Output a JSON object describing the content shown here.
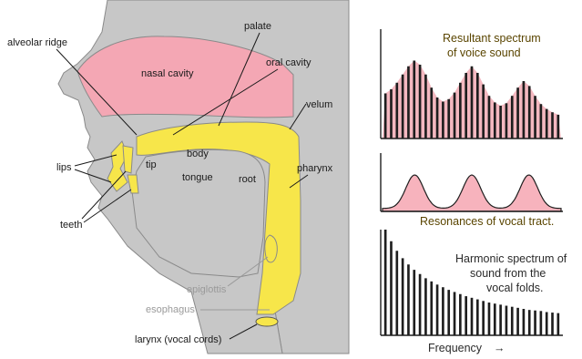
{
  "anatomy": {
    "labels": {
      "alveolar_ridge": "alveolar ridge",
      "palate": "palate",
      "nasal_cavity": "nasal cavity",
      "oral_cavity": "oral cavity",
      "velum": "velum",
      "lips": "lips",
      "tip": "tip",
      "body": "body",
      "tongue": "tongue",
      "root": "root",
      "pharynx": "pharynx",
      "teeth": "teeth",
      "epiglottis": "epiglottis",
      "esophagus": "esophagus",
      "larynx": "larynx (vocal cords)"
    },
    "colors": {
      "head": "#c7c7c7",
      "nasal": "#f4a7b4",
      "tract": "#f7e64a",
      "outline": "#8a8a8a"
    }
  },
  "spectra": {
    "resultant": {
      "title_line1": "Resultant spectrum",
      "title_line2": "of voice sound",
      "bar_color": "#1e1e1e",
      "fill_color": "#f4b8c0",
      "values": [
        0.55,
        0.6,
        0.68,
        0.78,
        0.88,
        0.95,
        0.9,
        0.78,
        0.62,
        0.5,
        0.45,
        0.48,
        0.56,
        0.68,
        0.8,
        0.88,
        0.8,
        0.66,
        0.52,
        0.44,
        0.4,
        0.43,
        0.52,
        0.62,
        0.7,
        0.64,
        0.52,
        0.42,
        0.36,
        0.32,
        0.29
      ]
    },
    "resonances": {
      "caption": "Resonances of vocal tract.",
      "fill_color": "#f7b3bd",
      "line_color": "#1e1e1e"
    },
    "harmonic": {
      "caption_line1": "Harmonic spectrum of",
      "caption_line2": "sound from the",
      "caption_line3": "vocal folds.",
      "bar_color": "#1e1e1e",
      "values": [
        1.0,
        0.89,
        0.8,
        0.73,
        0.67,
        0.62,
        0.58,
        0.54,
        0.51,
        0.48,
        0.455,
        0.43,
        0.41,
        0.39,
        0.37,
        0.355,
        0.34,
        0.325,
        0.31,
        0.3,
        0.29,
        0.28,
        0.27,
        0.26,
        0.25,
        0.24,
        0.235,
        0.23,
        0.22,
        0.215,
        0.21
      ]
    },
    "x_axis_label": "Frequency",
    "x_axis_arrow": "→"
  }
}
